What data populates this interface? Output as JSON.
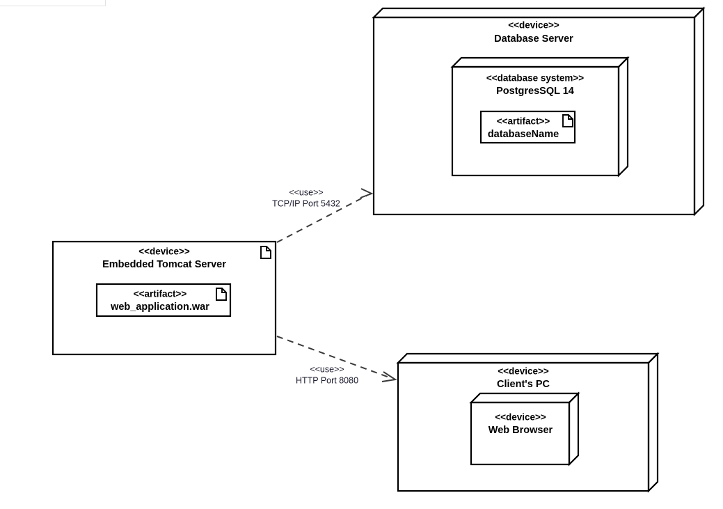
{
  "diagram": {
    "type": "uml-deployment-diagram",
    "title": "",
    "background_color": "#ffffff",
    "colors": {
      "device_blue": "#74cff5",
      "device_blue_side": "#6ec4e8",
      "database_yellow": "#efc92c",
      "database_yellow_side": "#e3bd26",
      "artifact_orange": "#f7924a",
      "artifact_orange_side": "#ec8640",
      "outline": "#000000",
      "link": "#3a3a3a",
      "label_text": "#1b1b2e"
    }
  },
  "nodes": {
    "database_server": {
      "stereotype": "<<device>>",
      "name": "Database Server",
      "shape": "3d-box",
      "fill": "#74cff5"
    },
    "postgres": {
      "stereotype": "<<database system>>",
      "name": "PostgresSQL 14",
      "shape": "3d-box",
      "fill": "#efc92c"
    },
    "database_artifact": {
      "stereotype": "<<artifact>>",
      "name": "databaseName",
      "shape": "rect",
      "fill": "#f7924a",
      "icon": "document-icon"
    },
    "tomcat_server": {
      "stereotype": "<<device>>",
      "name": "Embedded Tomcat Server",
      "shape": "rect",
      "fill": "#74cff5",
      "icon": "document-icon"
    },
    "war_artifact": {
      "stereotype": "<<artifact>>",
      "name": "web_application.war",
      "shape": "rect",
      "fill": "#efc92c",
      "icon": "document-icon"
    },
    "client_pc": {
      "stereotype": "<<device>>",
      "name": "Client's PC",
      "shape": "3d-box",
      "fill": "#74cff5"
    },
    "web_browser": {
      "stereotype": "<<device>>",
      "name": "Web Browser",
      "shape": "3d-box",
      "fill": "#f7924a"
    }
  },
  "connections": {
    "tomcat_to_database": {
      "stereotype": "<<use>>",
      "label": "TCP/IP Port 5432",
      "style": "dashed",
      "arrow": "open",
      "from": "tomcat_server",
      "to": "database_server"
    },
    "tomcat_to_client": {
      "stereotype": "<<use>>",
      "label": "HTTP Port 8080",
      "style": "dashed",
      "arrow": "open",
      "from": "tomcat_server",
      "to": "client_pc"
    }
  }
}
